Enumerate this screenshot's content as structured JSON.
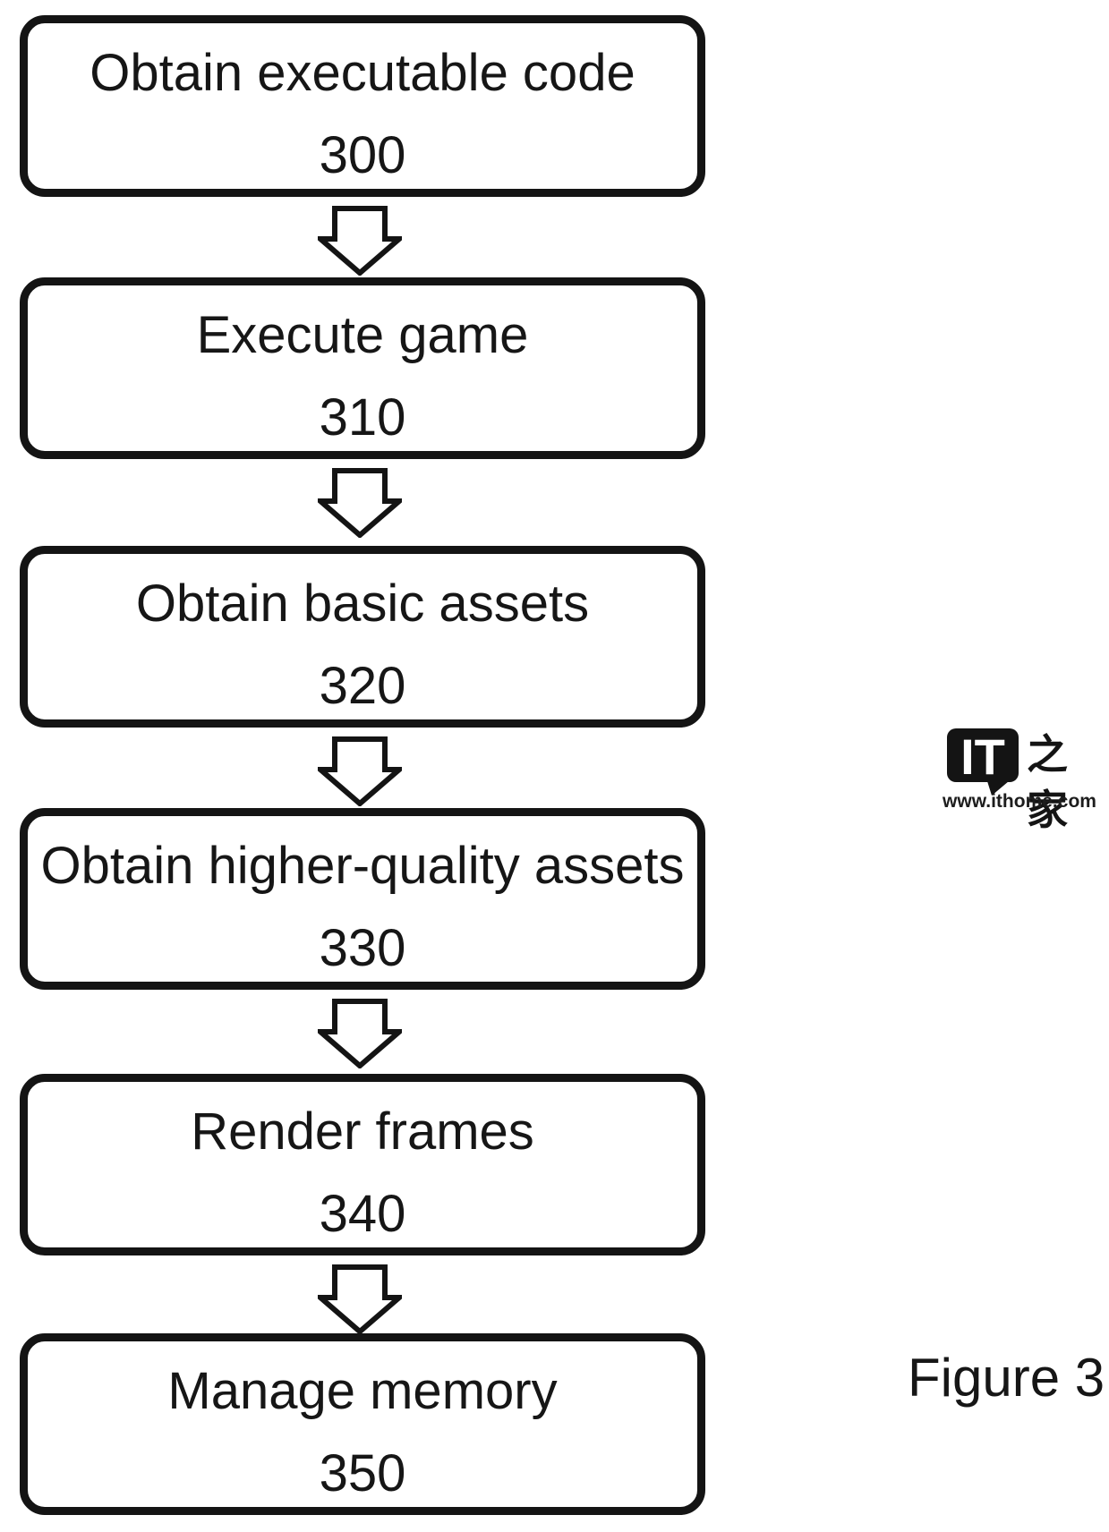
{
  "figure": {
    "caption": "Figure 3"
  },
  "flowchart": {
    "steps": [
      {
        "label": "Obtain executable code",
        "number": "300"
      },
      {
        "label": "Execute game",
        "number": "310"
      },
      {
        "label": "Obtain basic assets",
        "number": "320"
      },
      {
        "label": "Obtain higher-quality assets",
        "number": "330"
      },
      {
        "label": "Render frames",
        "number": "340"
      },
      {
        "label": "Manage memory",
        "number": "350"
      }
    ]
  },
  "watermark": {
    "logo_abbr": "IT",
    "logo_cjk": "之家",
    "url": "www.ithome.com"
  },
  "colors": {
    "ink": "#141414",
    "background": "#ffffff"
  }
}
